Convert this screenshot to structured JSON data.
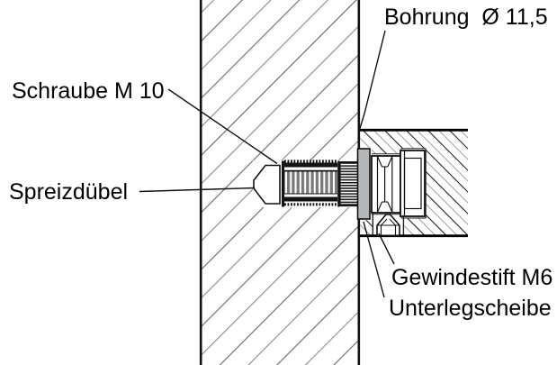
{
  "diagram": {
    "type": "technical-section-drawing",
    "labels": {
      "bohrung": "Bohrung  Ø 11,5",
      "schraube": "Schraube M 10",
      "spreizduebel": "Spreizdübel",
      "gewindestift": "Gewindestift M6",
      "unterlegscheibe": "Unterlegscheibe"
    },
    "colors": {
      "background": "#ffffff",
      "line": "#111111",
      "washer_fill": "#b4b8ba",
      "wall_hatch_dark": "#555555",
      "wall_hatch_light": "#7f7f7f",
      "block_hatch_dark": "#151515",
      "block_hatch_light": "#9e9e9e"
    }
  }
}
